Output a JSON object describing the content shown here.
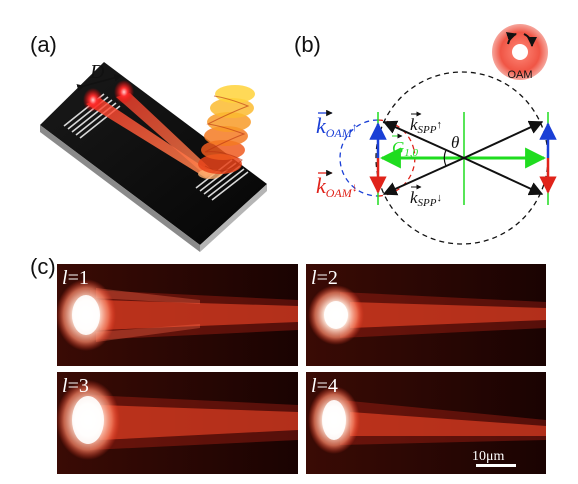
{
  "panel_a": {
    "label": "(a)",
    "spacing_symbol": "D"
  },
  "panel_b": {
    "label": "(b)",
    "badge_text": "OAM",
    "k_oam_up": "k",
    "k_oam_up_sub": "OAM",
    "k_oam_up_arrow": "↑",
    "k_oam_down": "k",
    "k_oam_down_sub": "OAM",
    "k_oam_down_arrow": "↓",
    "k_spp_up": "k",
    "k_spp_up_sub": "SPP",
    "k_spp_up_arrow": "↑",
    "k_spp_down": "k",
    "k_spp_down_sub": "SPP",
    "k_spp_down_arrow": "↓",
    "g_label": "G",
    "g_sub": "1,0",
    "angle_label": "θ",
    "colors": {
      "blue": "#1a3fd6",
      "red": "#e0231a",
      "green": "#1fdc1f",
      "black": "#111111"
    }
  },
  "panel_c": {
    "label": "(c)",
    "images": [
      {
        "l_symbol": "l",
        "eq": "=1"
      },
      {
        "l_symbol": "l",
        "eq": "=2"
      },
      {
        "l_symbol": "l",
        "eq": "=3"
      },
      {
        "l_symbol": "l",
        "eq": "=4"
      }
    ],
    "scale_bar": "10μm"
  }
}
